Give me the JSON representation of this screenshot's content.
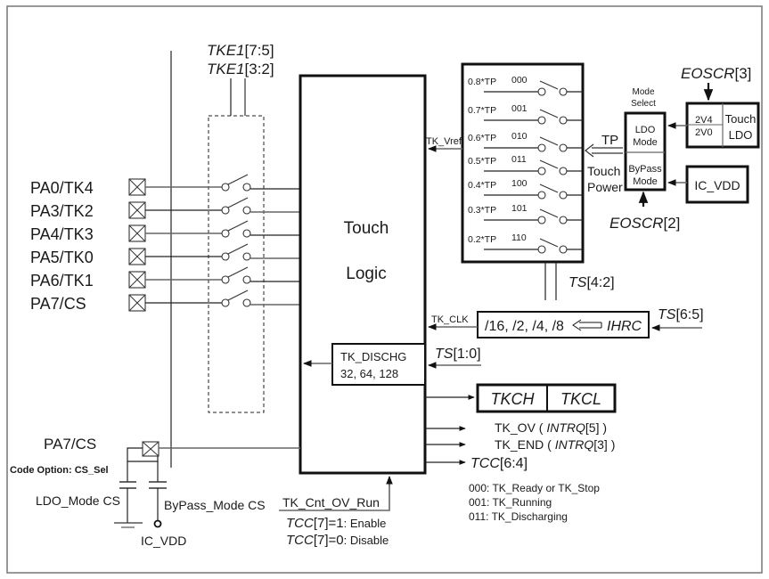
{
  "title": "Touch Key Block Diagram",
  "enable_bits": {
    "line1_reg": "TKE1",
    "line1_bits": "[7:5]",
    "line2_reg": "TKE1",
    "line2_bits": "[3:2]"
  },
  "pins": [
    {
      "label": "PA0/TK4"
    },
    {
      "label": "PA3/TK2"
    },
    {
      "label": "PA4/TK3"
    },
    {
      "label": "PA5/TK0"
    },
    {
      "label": "PA6/TK1"
    },
    {
      "label": "PA7/CS"
    }
  ],
  "touch_logic": {
    "line1": "Touch",
    "line2": "Logic"
  },
  "vref": {
    "signal": "TK_Vref",
    "taps": [
      {
        "ratio": "0.8*TP",
        "code": "000"
      },
      {
        "ratio": "0.7*TP",
        "code": "001"
      },
      {
        "ratio": "0.6*TP",
        "code": "010"
      },
      {
        "ratio": "0.5*TP",
        "code": "011"
      },
      {
        "ratio": "0.4*TP",
        "code": "100"
      },
      {
        "ratio": "0.3*TP",
        "code": "101"
      },
      {
        "ratio": "0.2*TP",
        "code": "110"
      }
    ],
    "select_reg": "TS",
    "select_bits": "[4:2]"
  },
  "power": {
    "tp_label": "TP",
    "touch_power_1": "Touch",
    "touch_power_2": "Power",
    "mode_select_1": "Mode",
    "mode_select_2": "Select",
    "ldo_mode_1": "LDO",
    "ldo_mode_2": "Mode",
    "bypass_mode_1": "ByPass",
    "bypass_mode_2": "Mode",
    "eoscr3_reg": "EOSCR",
    "eoscr3_bits": "[3]",
    "eoscr2_reg": "EOSCR",
    "eoscr2_bits": "[2]",
    "ldo_v1": "2V4",
    "ldo_v2": "2V0",
    "touch_ldo_1": "Touch",
    "touch_ldo_2": "LDO",
    "ic_vdd": "IC_VDD"
  },
  "clock": {
    "signal": "TK_CLK",
    "dividers": "/16, /2, /4, /8",
    "source": "IHRC",
    "select_reg": "TS",
    "select_bits": "[6:5]"
  },
  "discharge": {
    "title": "TK_DISCHG",
    "values": "32, 64, 128",
    "select_reg": "TS",
    "select_bits": "[1:0]"
  },
  "counter": {
    "high": "TKCH",
    "low": "TKCL"
  },
  "outputs": {
    "ov_signal": "TK_OV (",
    "ov_reg": "INTRQ",
    "ov_bits": "[5] )",
    "end_signal": "TK_END (",
    "end_reg": "INTRQ",
    "end_bits": "[3] )",
    "tcc_reg": "TCC",
    "tcc_bits": "[6:4]",
    "states": [
      "000: TK_Ready or TK_Stop",
      "001: TK_Running",
      "011: TK_Discharging"
    ]
  },
  "cs": {
    "pin": "PA7/CS",
    "code_option": "Code Option: CS_Sel",
    "ldo_cs": "LDO_Mode CS",
    "bypass_cs": "ByPass_Mode CS",
    "ic_vdd": "IC_VDD"
  },
  "overflow_run": {
    "signal": "TK_Cnt_OV_Run",
    "en_reg": "TCC",
    "en_bits": "[7]=1",
    "en_text": ": Enable",
    "dis_reg": "TCC",
    "dis_bits": "[7]=0",
    "dis_text": ": Disable"
  }
}
